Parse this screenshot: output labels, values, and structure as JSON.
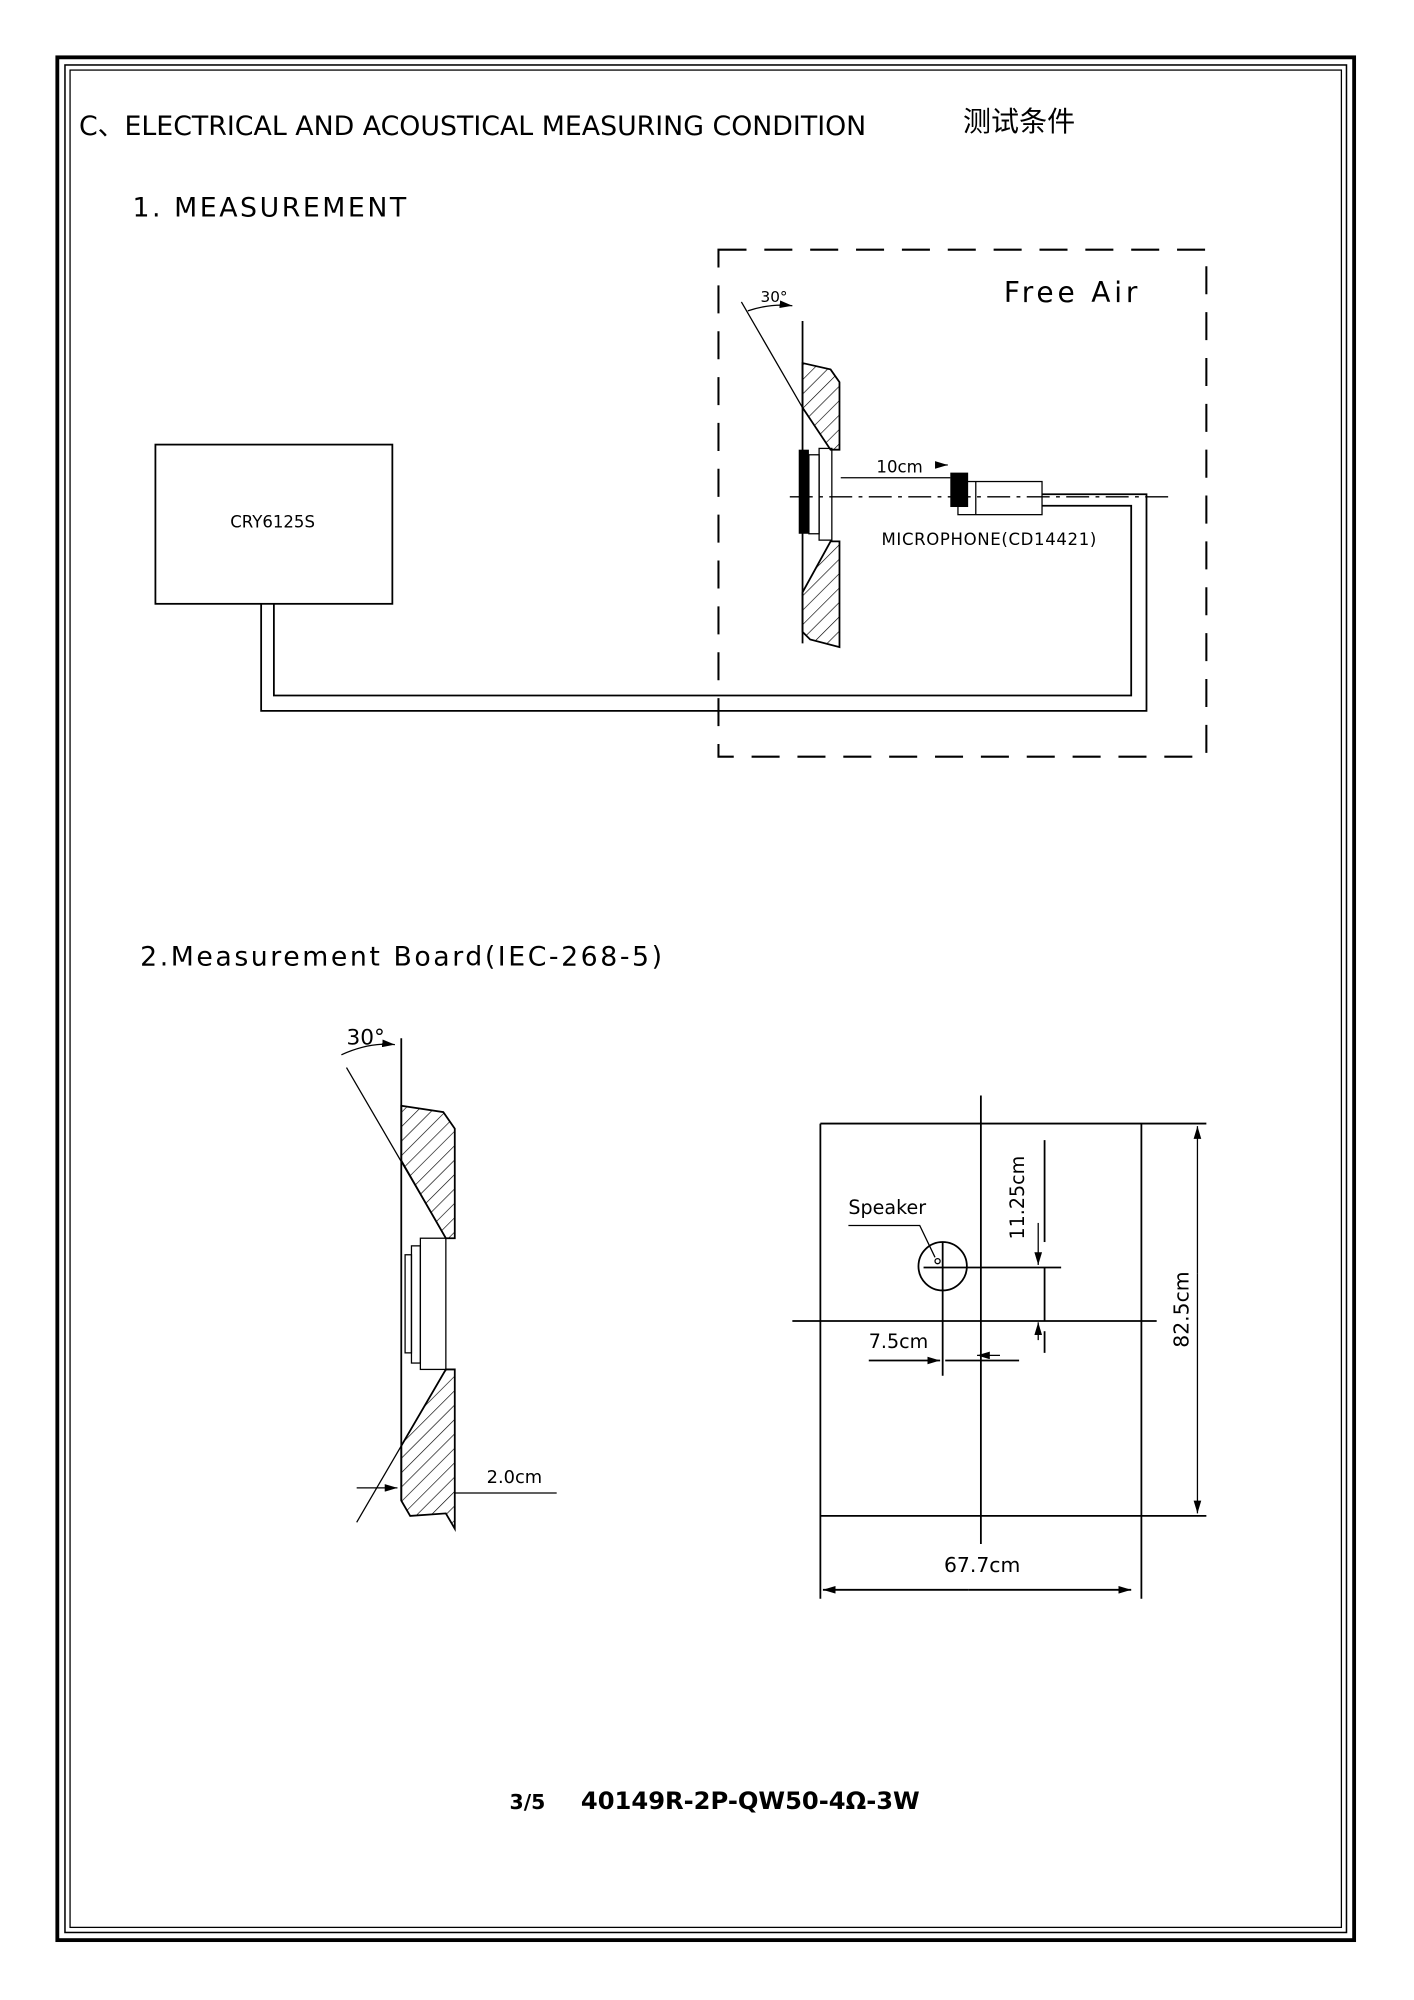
{
  "header": {
    "title": "C、ELECTRICAL AND ACOUSTICAL MEASURING CONDITION",
    "title_cn": "测试条件"
  },
  "section1": {
    "title": "1. MEASUREMENT",
    "device_label": "CRY6125S",
    "free_air_label": "Free Air",
    "angle_label": "30°",
    "distance_label": "10cm",
    "microphone_label": "MICROPHONE(CD14421)"
  },
  "section2": {
    "title": "2.Measurement Board(IEC-268-5)",
    "angle_label": "30°",
    "thickness_label": "2.0cm",
    "speaker_label": "Speaker",
    "offset_vertical_label": "11.25cm",
    "offset_horizontal_label": "7.5cm",
    "height_label": "82.5cm",
    "width_label": "67.7cm"
  },
  "footer": {
    "page": "3/5",
    "model": "40149R-2P-QW50-4Ω-3W"
  }
}
